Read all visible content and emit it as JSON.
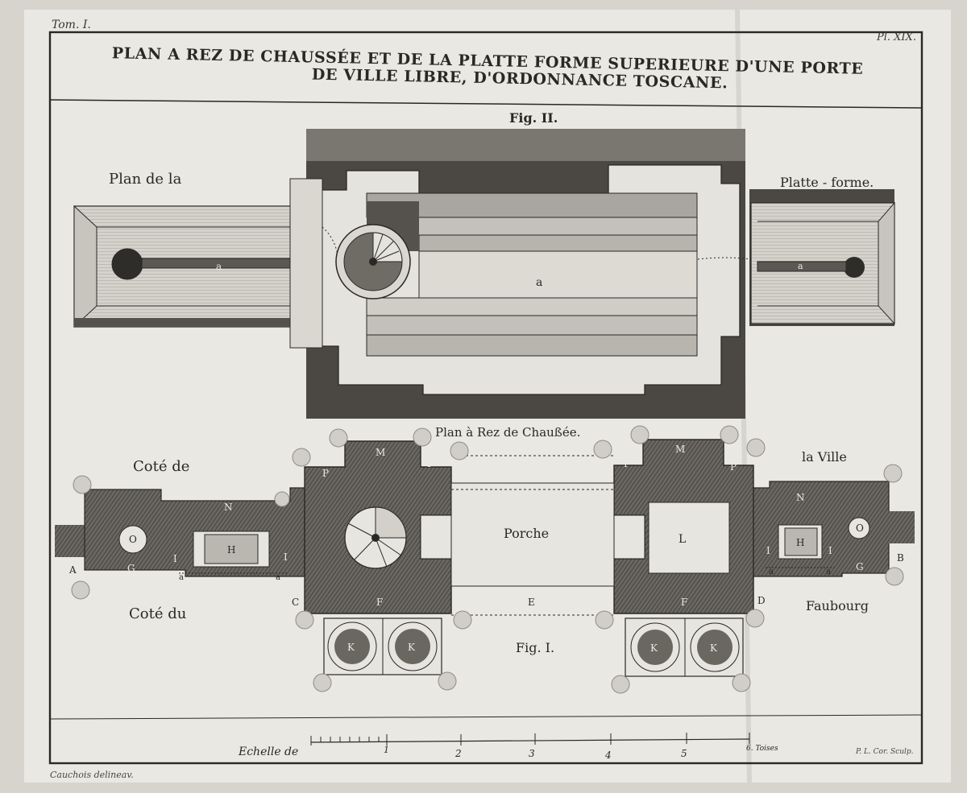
{
  "plate": {
    "tome": "Tom. I.",
    "plate_no": "Pl. XIX.",
    "title_line1": "PLAN A REZ DE CHAUSSÉE ET DE LA PLATTE FORME SUPERIEURE D'UNE PORTE",
    "title_line2": "DE VILLE LIBRE, D'ORDONNANCE TOSCANE.",
    "colors": {
      "paper": "#e9e8e2",
      "ink": "#2a2824",
      "shade": "#5e5b55",
      "mid": "#8d8a84",
      "light": "#c9c7c0"
    }
  },
  "fig2": {
    "label": "Fig. II.",
    "caption_left": "Plan de la",
    "caption_right": "Platte - forme.",
    "letter_a_left": "a",
    "letter_a_center": "a",
    "letter_a_right": "a"
  },
  "fig1": {
    "heading": "Plan à Rez de Chaußée.",
    "label": "Fig. I.",
    "cote_de": "Coté de",
    "la_ville": "la Ville",
    "cote_du": "Coté du",
    "faubourg": "Faubourg",
    "porche": "Porche",
    "letters": {
      "A": "A",
      "B": "B",
      "C": "C",
      "D": "D",
      "E": "E",
      "M_left": "M",
      "M_right": "M",
      "P1": "P",
      "P2": "P",
      "P3": "P",
      "P4": "P",
      "N_left": "N",
      "N_right": "N",
      "O_left": "O",
      "O_right": "O",
      "G_left": "G",
      "G_right": "G",
      "H_left": "H",
      "H_right": "H",
      "I1": "I",
      "I2": "I",
      "I3": "I",
      "I4": "I",
      "a1": "a",
      "a2": "a",
      "a3": "a",
      "a4": "a",
      "F_left": "F",
      "F_right": "F",
      "L": "L",
      "K1": "K",
      "K2": "K",
      "K3": "K",
      "K4": "K"
    }
  },
  "scale": {
    "label": "Echelle de",
    "ticks": [
      "1",
      "2",
      "3",
      "4",
      "5"
    ],
    "end": "6. Toises"
  },
  "signatures": {
    "left": "Cauchois delineav.",
    "right": "P. L. Cor. Sculp."
  }
}
